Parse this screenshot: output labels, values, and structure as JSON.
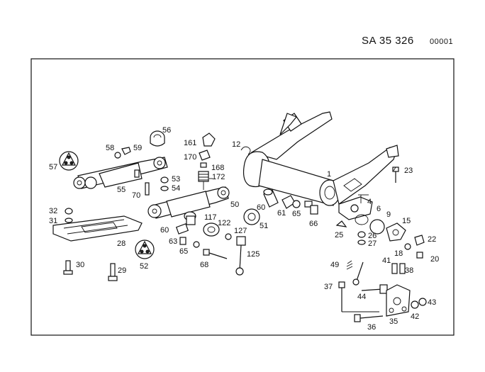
{
  "header": {
    "code": "SA  35 326",
    "number": "00001"
  },
  "callouts": [
    "1",
    "4",
    "6",
    "9",
    "12",
    "15",
    "20",
    "22",
    "23",
    "25",
    "26",
    "27",
    "28",
    "29",
    "30",
    "31",
    "32",
    "35",
    "36",
    "37",
    "38",
    "41",
    "42",
    "43",
    "44",
    "49",
    "50",
    "51",
    "52",
    "53",
    "54",
    "55",
    "56",
    "57",
    "58",
    "59",
    "60",
    "60",
    "61",
    "63",
    "65",
    "65",
    "66",
    "68",
    "70",
    "117",
    "122",
    "125",
    "127",
    "161",
    "168",
    "170",
    "172",
    "18"
  ]
}
